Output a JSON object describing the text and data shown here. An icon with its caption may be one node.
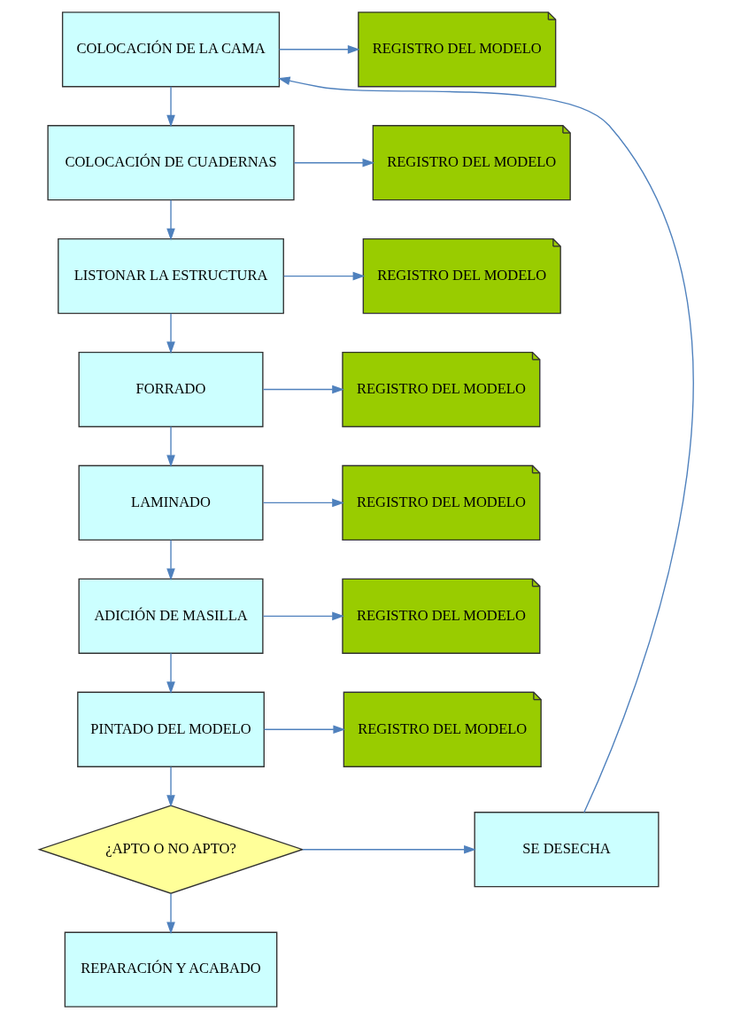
{
  "diagram": {
    "nodes": [
      {
        "text": [
          "COLOCACIÓN DE LA CAMA"
        ]
      },
      {
        "text": [
          "REGISTRO DEL MODELO"
        ]
      },
      {
        "text": [
          "COLOCACIÓN DE CUADERNAS"
        ]
      },
      {
        "text": [
          "REGISTRO DEL MODELO"
        ]
      },
      {
        "text": [
          "LISTONAR LA ESTRUCTURA"
        ]
      },
      {
        "text": [
          "REGISTRO DEL MODELO"
        ]
      },
      {
        "text": [
          "FORRADO"
        ]
      },
      {
        "text": [
          "REGISTRO DEL MODELO"
        ]
      },
      {
        "text": [
          "LAMINADO"
        ]
      },
      {
        "text": [
          "REGISTRO DEL MODELO"
        ]
      },
      {
        "text": [
          "ADICIÓN DE MASILLA"
        ]
      },
      {
        "text": [
          "REGISTRO DEL MODELO"
        ]
      },
      {
        "text": [
          "PINTADO DEL MODELO"
        ]
      },
      {
        "text": [
          "REGISTRO DEL MODELO"
        ]
      },
      {
        "text": [
          "SE DESECHA"
        ]
      },
      {
        "text": [
          "¿APTO O NO APTO?"
        ]
      },
      {
        "text": [
          "REPARACIÓN Y ACABADO"
        ]
      }
    ],
    "edges": [
      {
        "from": 0,
        "to": 1,
        "arrow": "to"
      },
      {
        "from": 0,
        "to": 2,
        "arrow": "to"
      },
      {
        "from": 2,
        "to": 3,
        "arrow": "to"
      },
      {
        "from": 2,
        "to": 4,
        "arrow": "to"
      },
      {
        "from": 4,
        "to": 5,
        "arrow": "to"
      },
      {
        "from": 4,
        "to": 6,
        "arrow": "to"
      },
      {
        "from": 6,
        "to": 7,
        "arrow": "to"
      },
      {
        "from": 6,
        "to": 8,
        "arrow": "to"
      },
      {
        "from": 8,
        "to": 9,
        "arrow": "to"
      },
      {
        "from": 8,
        "to": 10,
        "arrow": "to"
      },
      {
        "from": 10,
        "to": 11,
        "arrow": "to"
      },
      {
        "from": 10,
        "to": 12,
        "arrow": "to"
      },
      {
        "from": 12,
        "to": 13,
        "arrow": "to"
      },
      {
        "from": 12,
        "to": 15,
        "arrow": "to"
      },
      {
        "from": 15,
        "to": 14,
        "arrow": "to"
      },
      {
        "from": 14,
        "to": 0,
        "arrow": "to"
      },
      {
        "from": 15,
        "to": 16,
        "arrow": "to"
      }
    ]
  }
}
